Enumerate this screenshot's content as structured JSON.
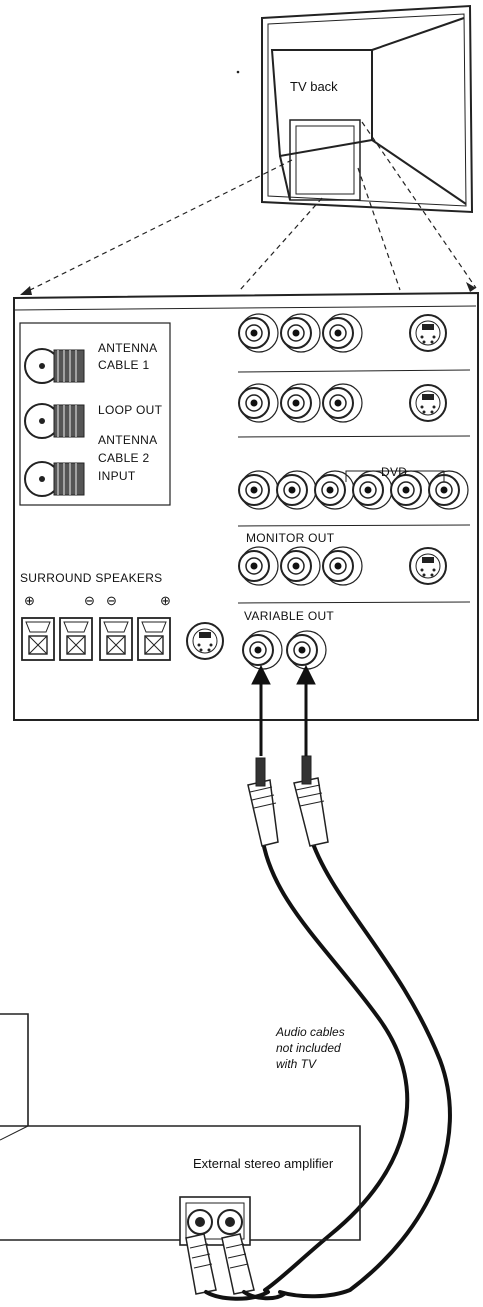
{
  "labels": {
    "tv_back": "TV back",
    "antenna_cable_1_line1": "ANTENNA",
    "antenna_cable_1_line2": "CABLE 1",
    "loop_out": "LOOP OUT",
    "antenna_cable_2_line1": "ANTENNA",
    "antenna_cable_2_line2": "CABLE 2",
    "antenna_cable_2_line3": "INPUT",
    "dvd": "DVD",
    "monitor_out": "MONITOR OUT",
    "surround_speakers": "SURROUND SPEAKERS",
    "variable_out": "VARIABLE OUT",
    "audio_cables_line1": "Audio cables",
    "audio_cables_line2": "not included",
    "audio_cables_line3": "with TV",
    "external_amplifier": "External stereo amplifier"
  },
  "polarity_symbols": [
    "⊕",
    "⊖",
    "⊖",
    "⊕"
  ]
}
